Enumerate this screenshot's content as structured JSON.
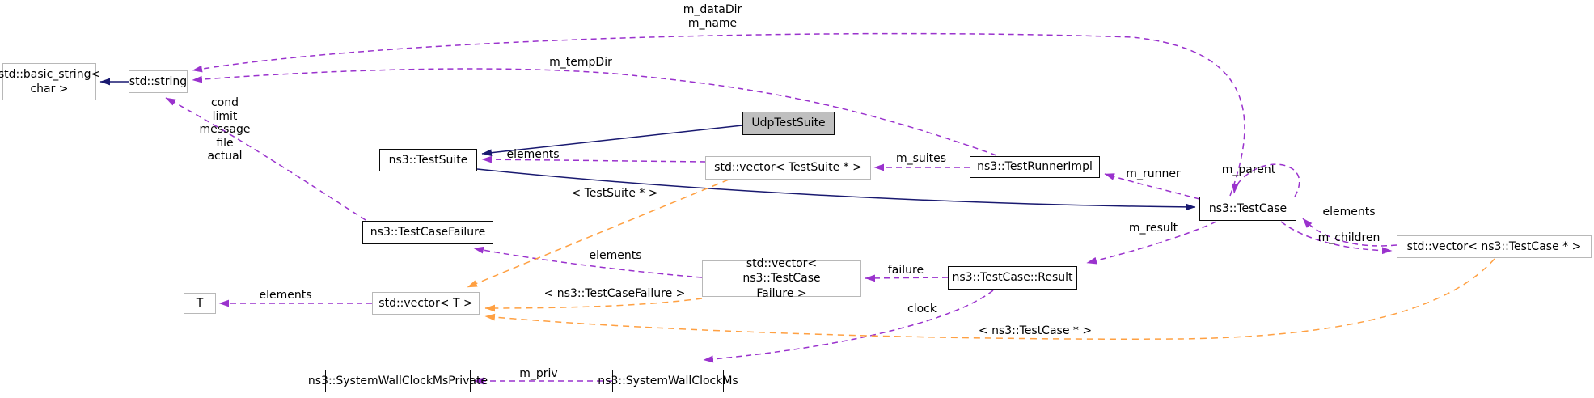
{
  "diagram": {
    "kind": "doxygen-collaboration-graph",
    "colors": {
      "inheritance_edge": "#191970",
      "usage_edge": "#9a32cd",
      "template_edge": "#ffa042",
      "external_node_border": "#b8b8b8",
      "internal_node_border": "#0a0a0a",
      "highlight_node_fill": "#bfbfbf",
      "background": "#ffffff"
    }
  },
  "nodes": [
    {
      "label": "std::basic_string<\nchar >"
    },
    {
      "label": "std::string"
    },
    {
      "label": "UdpTestSuite"
    },
    {
      "label": "ns3::TestSuite"
    },
    {
      "label": "std::vector< TestSuite * >"
    },
    {
      "label": "ns3::TestRunnerImpl"
    },
    {
      "label": "ns3::TestCase"
    },
    {
      "label": "std::vector< ns3::TestCase * >"
    },
    {
      "label": "ns3::TestCaseFailure"
    },
    {
      "label": "std::vector< ns3::TestCase\nFailure >"
    },
    {
      "label": "ns3::TestCase::Result"
    },
    {
      "label": "T"
    },
    {
      "label": "std::vector< T >"
    },
    {
      "label": "ns3::SystemWallClockMsPrivate"
    },
    {
      "label": "ns3::SystemWallClockMs"
    }
  ],
  "edge_labels": [
    {
      "text": "m_dataDir\nm_name"
    },
    {
      "text": "m_tempDir"
    },
    {
      "text": "cond\nlimit\nmessage\nfile\nactual"
    },
    {
      "text": "elements"
    },
    {
      "text": "m_suites"
    },
    {
      "text": "m_runner"
    },
    {
      "text": "m_parent"
    },
    {
      "text": "elements"
    },
    {
      "text": "m_children"
    },
    {
      "text": "m_result"
    },
    {
      "text": "< TestSuite * >"
    },
    {
      "text": "elements"
    },
    {
      "text": "failure"
    },
    {
      "text": "< ns3::TestCaseFailure >"
    },
    {
      "text": "clock"
    },
    {
      "text": "< ns3::TestCase * >"
    },
    {
      "text": "elements"
    },
    {
      "text": "m_priv"
    }
  ]
}
